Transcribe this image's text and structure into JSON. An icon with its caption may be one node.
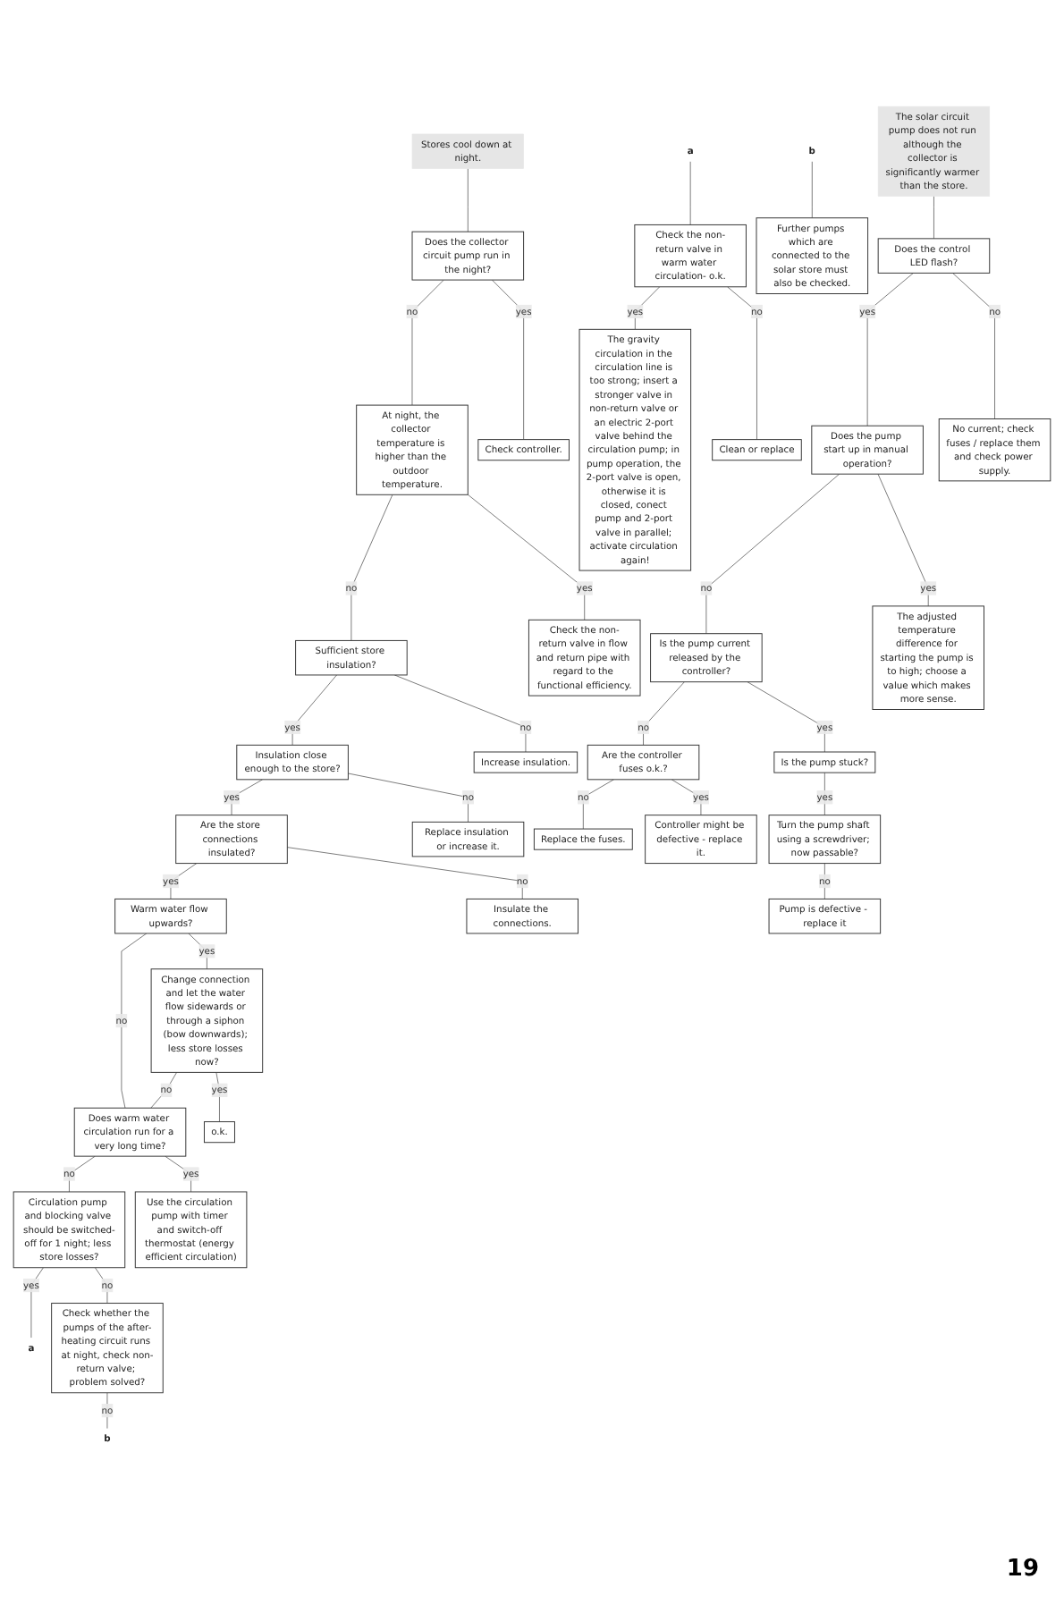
{
  "diagram": {
    "nodes": [
      {
        "text": [
          "Stores cool down at night."
        ]
      },
      {
        "text": [
          "Does the collector circuit pump run in the night?"
        ]
      },
      {
        "text": [
          "Check controller."
        ]
      },
      {
        "text": [
          "At night, the collector temperature is higher than the outdoor temperature."
        ]
      },
      {
        "text": [
          "Check the non-return valve in flow and return pipe with regard to the functional efficiency."
        ]
      },
      {
        "text": [
          "Sufficient store insulation?"
        ]
      },
      {
        "text": [
          "Increase insulation."
        ]
      },
      {
        "text": [
          "Insulation close enough to the store?"
        ]
      },
      {
        "text": [
          "Replace insulation or increase it."
        ]
      },
      {
        "text": [
          "Are the store connections insulated?"
        ]
      },
      {
        "text": [
          "Insulate the connections."
        ]
      },
      {
        "text": [
          "Warm water flow upwards?"
        ]
      },
      {
        "text": [
          "Change connection and let the water flow sidewards or through a siphon (bow downwards); less store losses now?"
        ]
      },
      {
        "text": [
          "o.k."
        ]
      },
      {
        "text": [
          "Does warm water circulation run for a very long time?"
        ]
      },
      {
        "text": [
          "Use the circulation pump with timer and switch-off thermostat (energy efficient circulation)"
        ]
      },
      {
        "text": [
          "Circulation pump and blocking valve should be switched-off for 1 night; less store losses?"
        ]
      },
      {
        "text": [
          "Check whether the pumps of the after-heating circuit runs at night, check non-return valve; problem solved?"
        ]
      },
      {
        "text": [
          "a"
        ]
      },
      {
        "text": [
          "b"
        ]
      },
      {
        "text": [
          "a"
        ]
      },
      {
        "text": [
          "Check the non-return valve in warm water circulation- o.k."
        ]
      },
      {
        "text": [
          "The gravity circulation in the circulation line is too strong; insert a stronger valve in non-return valve or an electric 2-port valve behind the circulation pump; in pump operation, the 2-port valve is open, otherwise it is closed, conect pump and 2-port valve in parallel; activate circulation again!"
        ]
      },
      {
        "text": [
          "Clean or replace"
        ]
      },
      {
        "text": [
          "b"
        ]
      },
      {
        "text": [
          "Further pumps which are connected to the solar store must also be checked."
        ]
      },
      {
        "text": [
          "The solar circuit pump does not run although the collector is significantly warmer than the store."
        ]
      },
      {
        "text": [
          "Does the control LED flash?"
        ]
      },
      {
        "text": [
          "No current; check fuses / replace them and check power supply."
        ]
      },
      {
        "text": [
          "Does the pump start up in manual operation?"
        ]
      },
      {
        "text": [
          "The adjusted temperature difference for starting the pump is to high; choose a value which makes more sense."
        ]
      },
      {
        "text": [
          "Is the pump current released by the controller?"
        ]
      },
      {
        "text": [
          "Is the pump stuck?"
        ]
      },
      {
        "text": [
          "Turn the pump shaft using a screwdriver; now passable?"
        ]
      },
      {
        "text": [
          "Pump is defective - replace it"
        ]
      },
      {
        "text": [
          "Are the controller fuses o.k.?"
        ]
      },
      {
        "text": [
          "Replace the fuses."
        ]
      },
      {
        "text": [
          "Controller might be defective - replace it."
        ]
      }
    ],
    "edges": [
      {
        "from": 0,
        "to": 1,
        "arrow": "none"
      },
      {
        "from": 1,
        "to": 3,
        "arrow": "none",
        "label": "no"
      },
      {
        "from": 1,
        "to": 2,
        "arrow": "none",
        "label": "yes"
      },
      {
        "from": 3,
        "to": 5,
        "arrow": "none",
        "label": "no"
      },
      {
        "from": 3,
        "to": 4,
        "arrow": "none",
        "label": "yes"
      },
      {
        "from": 5,
        "to": 7,
        "arrow": "none",
        "label": "yes"
      },
      {
        "from": 5,
        "to": 6,
        "arrow": "none",
        "label": "no"
      },
      {
        "from": 7,
        "to": 9,
        "arrow": "none",
        "label": "yes"
      },
      {
        "from": 7,
        "to": 8,
        "arrow": "none",
        "label": "no"
      },
      {
        "from": 9,
        "to": 11,
        "arrow": "none",
        "label": "yes"
      },
      {
        "from": 9,
        "to": 10,
        "arrow": "none",
        "label": "no"
      },
      {
        "from": 11,
        "to": 14,
        "arrow": "none",
        "label": "no"
      },
      {
        "from": 11,
        "to": 12,
        "arrow": "none",
        "label": "yes"
      },
      {
        "from": 12,
        "to": 14,
        "arrow": "none",
        "label": "no"
      },
      {
        "from": 12,
        "to": 13,
        "arrow": "none",
        "label": "yes"
      },
      {
        "from": 14,
        "to": 16,
        "arrow": "none",
        "label": "no"
      },
      {
        "from": 14,
        "to": 15,
        "arrow": "none",
        "label": "yes"
      },
      {
        "from": 16,
        "to": 18,
        "arrow": "none",
        "label": "yes"
      },
      {
        "from": 16,
        "to": 17,
        "arrow": "none",
        "label": "no"
      },
      {
        "from": 17,
        "to": 19,
        "arrow": "none",
        "label": "no"
      },
      {
        "from": 20,
        "to": 21,
        "arrow": "none"
      },
      {
        "from": 24,
        "to": 25,
        "arrow": "none"
      },
      {
        "from": 21,
        "to": 22,
        "arrow": "none",
        "label": "yes"
      },
      {
        "from": 21,
        "to": 23,
        "arrow": "none",
        "label": "no"
      },
      {
        "from": 26,
        "to": 27,
        "arrow": "none"
      },
      {
        "from": 27,
        "to": 29,
        "arrow": "none",
        "label": "yes"
      },
      {
        "from": 27,
        "to": 28,
        "arrow": "none",
        "label": "no"
      },
      {
        "from": 29,
        "to": 31,
        "arrow": "none",
        "label": "no"
      },
      {
        "from": 29,
        "to": 30,
        "arrow": "none",
        "label": "yes"
      },
      {
        "from": 31,
        "to": 35,
        "arrow": "none",
        "label": "no"
      },
      {
        "from": 31,
        "to": 32,
        "arrow": "none",
        "label": "yes"
      },
      {
        "from": 32,
        "to": 33,
        "arrow": "none",
        "label": "yes"
      },
      {
        "from": 33,
        "to": 34,
        "arrow": "none",
        "label": "no"
      },
      {
        "from": 35,
        "to": 36,
        "arrow": "none",
        "label": "no"
      },
      {
        "from": 35,
        "to": 37,
        "arrow": "none",
        "label": "yes"
      }
    ],
    "labels": [
      "19"
    ]
  }
}
